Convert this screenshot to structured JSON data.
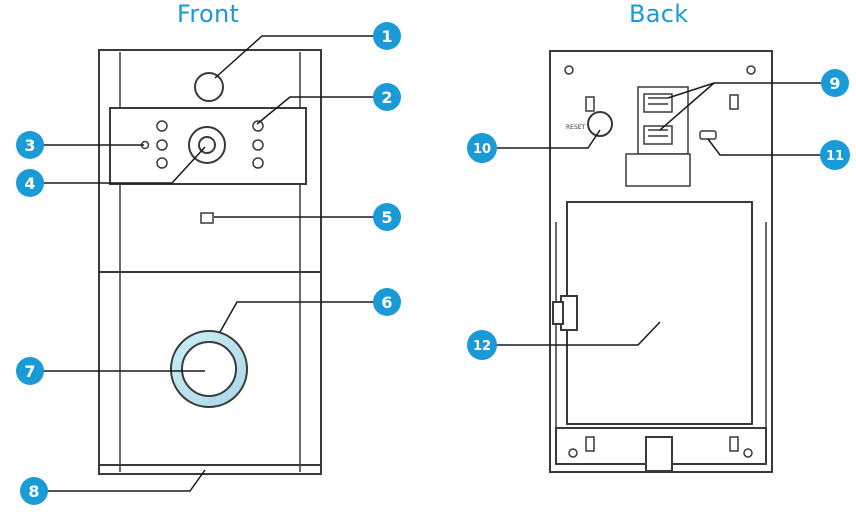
{
  "titles": {
    "front": "Front",
    "back": "Back"
  },
  "callouts": [
    "1",
    "2",
    "3",
    "4",
    "5",
    "6",
    "7",
    "8",
    "9",
    "10",
    "11",
    "12"
  ],
  "back_labels": {
    "reset": "RESET"
  },
  "colors": {
    "accent": "#1a9ad6",
    "outline": "#3a3a3a",
    "ring": "#b8e2ec"
  }
}
